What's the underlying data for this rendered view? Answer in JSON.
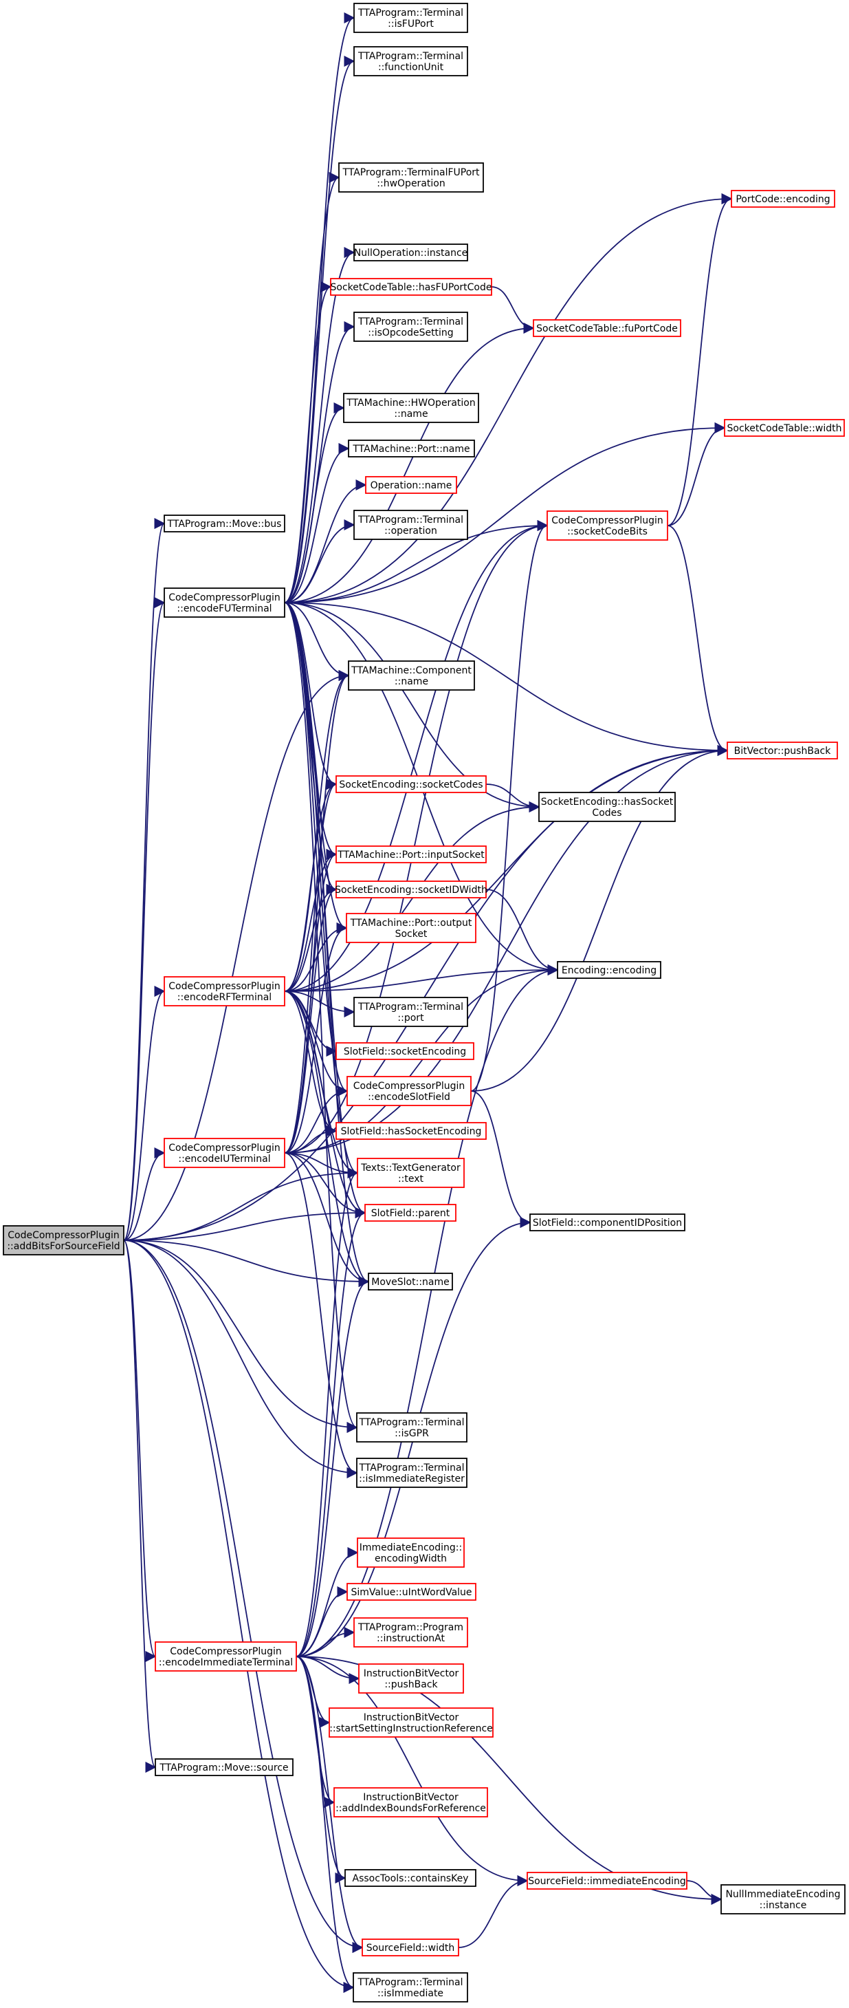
{
  "graph": {
    "root": {
      "id": "root",
      "lines": [
        "CodeCompressorPlugin",
        "::addBitsForSourceField"
      ],
      "style": "root"
    },
    "nodes": [
      {
        "id": "move_bus",
        "lines": [
          "TTAProgram::Move::bus"
        ],
        "style": "plain"
      },
      {
        "id": "encodeFU",
        "lines": [
          "CodeCompressorPlugin",
          "::encodeFUTerminal"
        ],
        "style": "plain"
      },
      {
        "id": "encodeRF",
        "lines": [
          "CodeCompressorPlugin",
          "::encodeRFTerminal"
        ],
        "style": "ref"
      },
      {
        "id": "encodeIU",
        "lines": [
          "CodeCompressorPlugin",
          "::encodeIUTerminal"
        ],
        "style": "ref"
      },
      {
        "id": "encodeImm",
        "lines": [
          "CodeCompressorPlugin",
          "::encodeImmediateTerminal"
        ],
        "style": "ref"
      },
      {
        "id": "move_source",
        "lines": [
          "TTAProgram::Move::source"
        ],
        "style": "plain"
      },
      {
        "id": "isFUPort",
        "lines": [
          "TTAProgram::Terminal",
          "::isFUPort"
        ],
        "style": "plain"
      },
      {
        "id": "functionUnit",
        "lines": [
          "TTAProgram::Terminal",
          "::functionUnit"
        ],
        "style": "plain"
      },
      {
        "id": "hwOperation",
        "lines": [
          "TTAProgram::TerminalFUPort",
          "::hwOperation"
        ],
        "style": "plain"
      },
      {
        "id": "nullOp",
        "lines": [
          "NullOperation::instance"
        ],
        "style": "plain"
      },
      {
        "id": "hasFUPortCode",
        "lines": [
          "SocketCodeTable::hasFUPortCode"
        ],
        "style": "ref"
      },
      {
        "id": "isOpcodeSetting",
        "lines": [
          "TTAProgram::Terminal",
          "::isOpcodeSetting"
        ],
        "style": "plain"
      },
      {
        "id": "hwop_name",
        "lines": [
          "TTAMachine::HWOperation",
          "::name"
        ],
        "style": "plain"
      },
      {
        "id": "port_name",
        "lines": [
          "TTAMachine::Port::name"
        ],
        "style": "plain"
      },
      {
        "id": "operation_name",
        "lines": [
          "Operation::name"
        ],
        "style": "ref"
      },
      {
        "id": "term_operation",
        "lines": [
          "TTAProgram::Terminal",
          "::operation"
        ],
        "style": "plain"
      },
      {
        "id": "component_name",
        "lines": [
          "TTAMachine::Component",
          "::name"
        ],
        "style": "plain"
      },
      {
        "id": "socketCodes",
        "lines": [
          "SocketEncoding::socketCodes"
        ],
        "style": "ref"
      },
      {
        "id": "inputSocket",
        "lines": [
          "TTAMachine::Port::inputSocket"
        ],
        "style": "ref"
      },
      {
        "id": "socketIDWidth",
        "lines": [
          "SocketEncoding::socketIDWidth"
        ],
        "style": "ref"
      },
      {
        "id": "outputSocket",
        "lines": [
          "TTAMachine::Port::output",
          "Socket"
        ],
        "style": "ref"
      },
      {
        "id": "term_port",
        "lines": [
          "TTAProgram::Terminal",
          "::port"
        ],
        "style": "plain"
      },
      {
        "id": "slot_socketEncoding",
        "lines": [
          "SlotField::socketEncoding"
        ],
        "style": "ref"
      },
      {
        "id": "encodeSlotField",
        "lines": [
          "CodeCompressorPlugin",
          "::encodeSlotField"
        ],
        "style": "ref"
      },
      {
        "id": "hasSocketEncoding",
        "lines": [
          "SlotField::hasSocketEncoding"
        ],
        "style": "ref"
      },
      {
        "id": "textgen_text",
        "lines": [
          "Texts::TextGenerator",
          "::text"
        ],
        "style": "ref"
      },
      {
        "id": "slot_parent",
        "lines": [
          "SlotField::parent"
        ],
        "style": "ref"
      },
      {
        "id": "moveslot_name",
        "lines": [
          "MoveSlot::name"
        ],
        "style": "plain"
      },
      {
        "id": "isGPR",
        "lines": [
          "TTAProgram::Terminal",
          "::isGPR"
        ],
        "style": "plain"
      },
      {
        "id": "isImmReg",
        "lines": [
          "TTAProgram::Terminal",
          "::isImmediateRegister"
        ],
        "style": "plain"
      },
      {
        "id": "immEncWidth",
        "lines": [
          "ImmediateEncoding::",
          "encodingWidth"
        ],
        "style": "ref"
      },
      {
        "id": "uIntWordValue",
        "lines": [
          "SimValue::uIntWordValue"
        ],
        "style": "ref"
      },
      {
        "id": "instructionAt",
        "lines": [
          "TTAProgram::Program",
          "::instructionAt"
        ],
        "style": "ref"
      },
      {
        "id": "ibv_pushBack",
        "lines": [
          "InstructionBitVector",
          "::pushBack"
        ],
        "style": "ref"
      },
      {
        "id": "startSetting",
        "lines": [
          "InstructionBitVector",
          "::startSettingInstructionReference"
        ],
        "style": "ref"
      },
      {
        "id": "addIndexBounds",
        "lines": [
          "InstructionBitVector",
          "::addIndexBoundsForReference"
        ],
        "style": "ref"
      },
      {
        "id": "containsKey",
        "lines": [
          "AssocTools::containsKey"
        ],
        "style": "plain"
      },
      {
        "id": "sf_width",
        "lines": [
          "SourceField::width"
        ],
        "style": "ref"
      },
      {
        "id": "isImmediate",
        "lines": [
          "TTAProgram::Terminal",
          "::isImmediate"
        ],
        "style": "plain"
      },
      {
        "id": "portcode_encoding",
        "lines": [
          "PortCode::encoding"
        ],
        "style": "ref"
      },
      {
        "id": "fuPortCode",
        "lines": [
          "SocketCodeTable::fuPortCode"
        ],
        "style": "ref"
      },
      {
        "id": "sct_width",
        "lines": [
          "SocketCodeTable::width"
        ],
        "style": "ref"
      },
      {
        "id": "socketCodeBits",
        "lines": [
          "CodeCompressorPlugin",
          "::socketCodeBits"
        ],
        "style": "ref"
      },
      {
        "id": "bv_pushBack",
        "lines": [
          "BitVector::pushBack"
        ],
        "style": "ref"
      },
      {
        "id": "hasSocketCodes",
        "lines": [
          "SocketEncoding::hasSocket",
          "Codes"
        ],
        "style": "plain"
      },
      {
        "id": "enc_encoding",
        "lines": [
          "Encoding::encoding"
        ],
        "style": "plain"
      },
      {
        "id": "componentIDPosition",
        "lines": [
          "SlotField::componentIDPosition"
        ],
        "style": "plain"
      },
      {
        "id": "immediateEncoding",
        "lines": [
          "SourceField::immediateEncoding"
        ],
        "style": "ref"
      },
      {
        "id": "nullImmEnc",
        "lines": [
          "NullImmediateEncoding",
          "::instance"
        ],
        "style": "plain"
      }
    ],
    "edges": [
      [
        "root",
        "move_bus"
      ],
      [
        "root",
        "encodeFU"
      ],
      [
        "root",
        "encodeRF"
      ],
      [
        "root",
        "encodeIU"
      ],
      [
        "root",
        "encodeImm"
      ],
      [
        "root",
        "move_source"
      ],
      [
        "root",
        "slot_parent"
      ],
      [
        "root",
        "moveslot_name"
      ],
      [
        "root",
        "isGPR"
      ],
      [
        "root",
        "isImmReg"
      ],
      [
        "root",
        "isImmediate"
      ],
      [
        "root",
        "sf_width"
      ],
      [
        "root",
        "bv_pushBack"
      ],
      [
        "root",
        "textgen_text"
      ],
      [
        "root",
        "component_name"
      ],
      [
        "encodeFU",
        "isFUPort"
      ],
      [
        "encodeFU",
        "functionUnit"
      ],
      [
        "encodeFU",
        "hwOperation"
      ],
      [
        "encodeFU",
        "nullOp"
      ],
      [
        "encodeFU",
        "hasFUPortCode"
      ],
      [
        "encodeFU",
        "isOpcodeSetting"
      ],
      [
        "encodeFU",
        "hwop_name"
      ],
      [
        "encodeFU",
        "port_name"
      ],
      [
        "encodeFU",
        "operation_name"
      ],
      [
        "encodeFU",
        "term_operation"
      ],
      [
        "encodeFU",
        "component_name"
      ],
      [
        "encodeFU",
        "socketCodes"
      ],
      [
        "encodeFU",
        "inputSocket"
      ],
      [
        "encodeFU",
        "outputSocket"
      ],
      [
        "encodeFU",
        "portcode_encoding"
      ],
      [
        "encodeFU",
        "fuPortCode"
      ],
      [
        "encodeFU",
        "sct_width"
      ],
      [
        "encodeFU",
        "socketCodeBits"
      ],
      [
        "encodeFU",
        "bv_pushBack"
      ],
      [
        "encodeFU",
        "hasSocketCodes"
      ],
      [
        "encodeFU",
        "enc_encoding"
      ],
      [
        "encodeFU",
        "textgen_text"
      ],
      [
        "encodeFU",
        "slot_parent"
      ],
      [
        "encodeFU",
        "moveslot_name"
      ],
      [
        "encodeFU",
        "isGPR"
      ],
      [
        "encodeFU",
        "encodeSlotField"
      ],
      [
        "encodeFU",
        "socketIDWidth"
      ],
      [
        "encodeRF",
        "component_name"
      ],
      [
        "encodeRF",
        "socketCodes"
      ],
      [
        "encodeRF",
        "inputSocket"
      ],
      [
        "encodeRF",
        "socketIDWidth"
      ],
      [
        "encodeRF",
        "outputSocket"
      ],
      [
        "encodeRF",
        "term_port"
      ],
      [
        "encodeRF",
        "slot_socketEncoding"
      ],
      [
        "encodeRF",
        "encodeSlotField"
      ],
      [
        "encodeRF",
        "hasSocketEncoding"
      ],
      [
        "encodeRF",
        "textgen_text"
      ],
      [
        "encodeRF",
        "slot_parent"
      ],
      [
        "encodeRF",
        "moveslot_name"
      ],
      [
        "encodeRF",
        "enc_encoding"
      ],
      [
        "encodeRF",
        "socketCodeBits"
      ],
      [
        "encodeRF",
        "bv_pushBack"
      ],
      [
        "encodeRF",
        "hasSocketCodes"
      ],
      [
        "encodeIU",
        "component_name"
      ],
      [
        "encodeIU",
        "socketCodes"
      ],
      [
        "encodeIU",
        "inputSocket"
      ],
      [
        "encodeIU",
        "socketIDWidth"
      ],
      [
        "encodeIU",
        "outputSocket"
      ],
      [
        "encodeIU",
        "encodeSlotField"
      ],
      [
        "encodeIU",
        "hasSocketEncoding"
      ],
      [
        "encodeIU",
        "textgen_text"
      ],
      [
        "encodeIU",
        "slot_parent"
      ],
      [
        "encodeIU",
        "moveslot_name"
      ],
      [
        "encodeIU",
        "socketCodeBits"
      ],
      [
        "encodeIU",
        "enc_encoding"
      ],
      [
        "encodeIU",
        "bv_pushBack"
      ],
      [
        "encodeIU",
        "isImmReg"
      ],
      [
        "encodeImm",
        "immEncWidth"
      ],
      [
        "encodeImm",
        "uIntWordValue"
      ],
      [
        "encodeImm",
        "instructionAt"
      ],
      [
        "encodeImm",
        "ibv_pushBack"
      ],
      [
        "encodeImm",
        "startSetting"
      ],
      [
        "encodeImm",
        "addIndexBounds"
      ],
      [
        "encodeImm",
        "containsKey"
      ],
      [
        "encodeImm",
        "sf_width"
      ],
      [
        "encodeImm",
        "isImmediate"
      ],
      [
        "encodeImm",
        "immediateEncoding"
      ],
      [
        "encodeImm",
        "nullImmEnc"
      ],
      [
        "encodeImm",
        "textgen_text"
      ],
      [
        "encodeImm",
        "moveslot_name"
      ],
      [
        "encodeImm",
        "slot_parent"
      ],
      [
        "encodeImm",
        "enc_encoding"
      ],
      [
        "encodeImm",
        "componentIDPosition"
      ],
      [
        "hasFUPortCode",
        "fuPortCode"
      ],
      [
        "socketCodeBits",
        "portcode_encoding"
      ],
      [
        "socketCodeBits",
        "sct_width"
      ],
      [
        "socketCodeBits",
        "bv_pushBack"
      ],
      [
        "socketCodes",
        "hasSocketCodes"
      ],
      [
        "socketIDWidth",
        "enc_encoding"
      ],
      [
        "encodeSlotField",
        "socketCodeBits"
      ],
      [
        "encodeSlotField",
        "bv_pushBack"
      ],
      [
        "encodeSlotField",
        "componentIDPosition"
      ],
      [
        "immediateEncoding",
        "nullImmEnc"
      ],
      [
        "sf_width",
        "immediateEncoding"
      ]
    ]
  }
}
